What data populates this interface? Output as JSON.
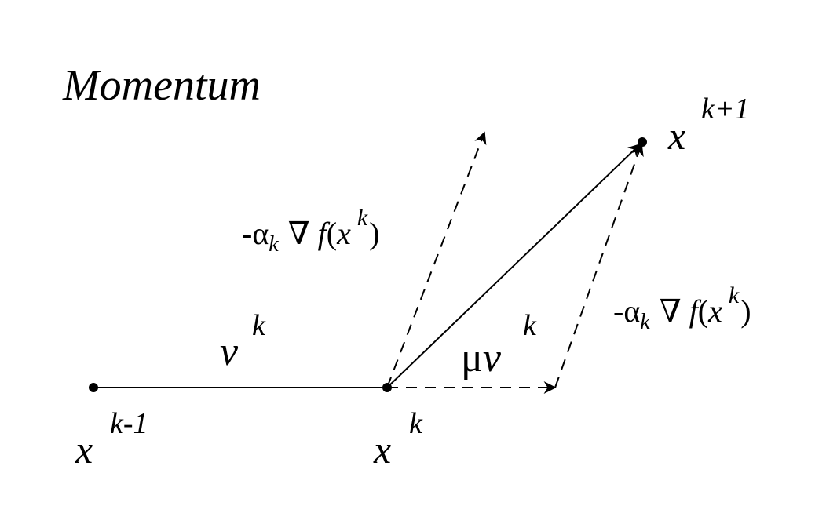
{
  "title": "Momentum",
  "symbols": {
    "x": "x",
    "v": "v",
    "mu": "μ",
    "minus": "-",
    "alpha": "α",
    "k": "k",
    "nabla": "∇",
    "f": "f",
    "open_paren": "(",
    "close_paren": ")",
    "sup_k_minus_1": "k-1",
    "sup_k": "k",
    "sup_k_plus_1": "k+1"
  }
}
